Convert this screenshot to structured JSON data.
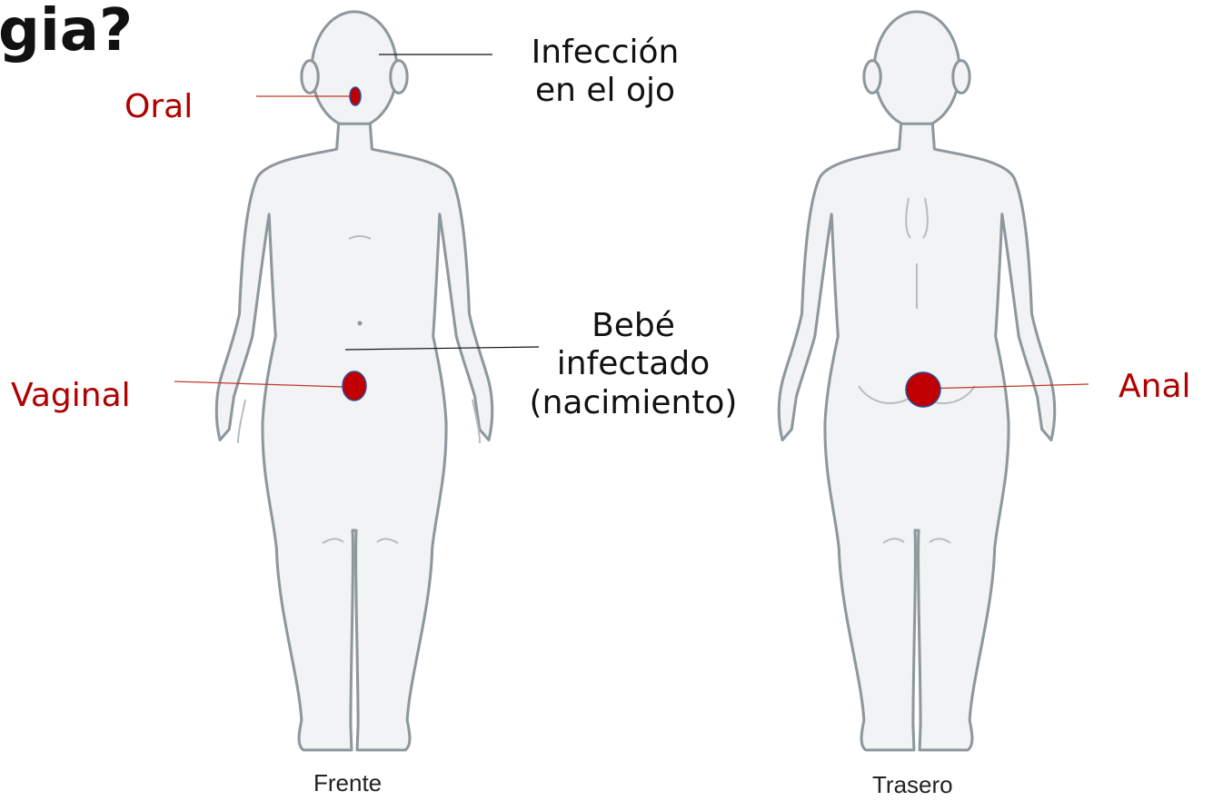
{
  "title": "gia?",
  "labels": {
    "oral": "Oral",
    "eye_infection_line1": "Infección",
    "eye_infection_line2": "en el ojo",
    "baby_line1": "Bebé",
    "baby_line2": "infectado",
    "baby_line3": "(nacimiento)",
    "vaginal": "Vaginal",
    "anal": "Anal"
  },
  "captions": {
    "front": "Frente",
    "back": "Trasero"
  },
  "colors": {
    "marker_fill": "#c00000",
    "marker_stroke": "#2a4f9a",
    "pointer_red": "#c0392b",
    "label_red": "#b00000",
    "body_fill": "#f1f3f4",
    "body_stroke": "#8e979c"
  }
}
